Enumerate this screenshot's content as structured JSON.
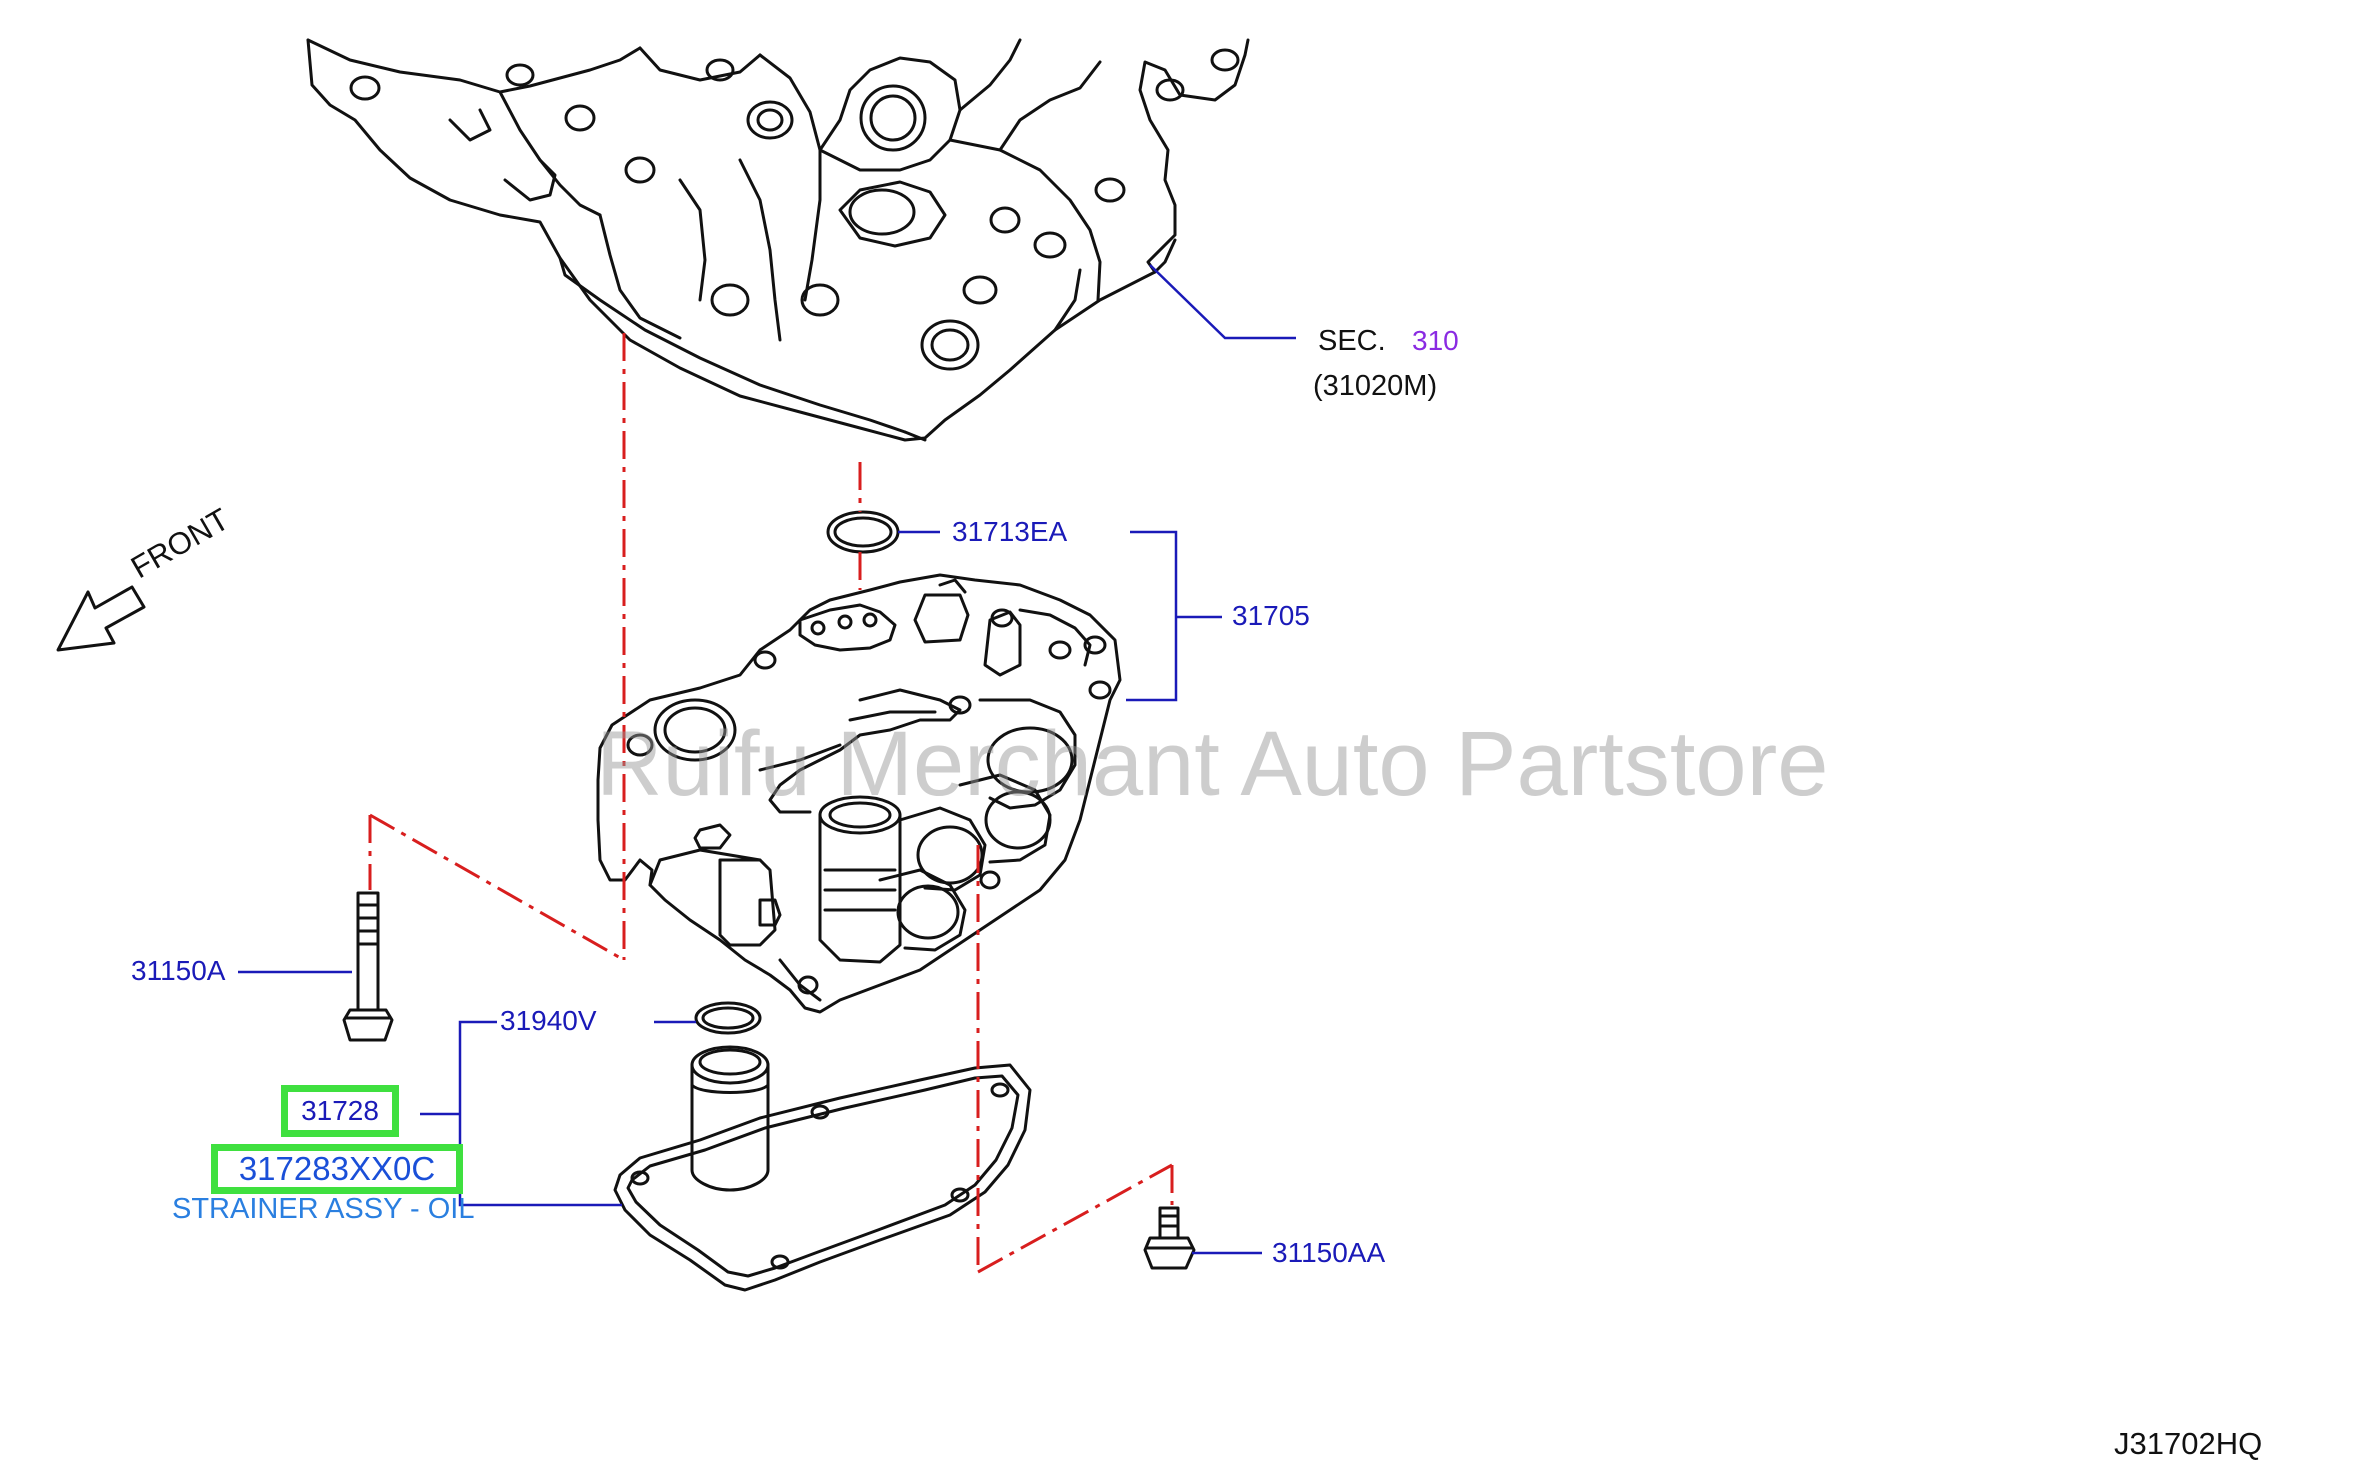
{
  "diagram": {
    "section_ref": {
      "prefix": "SEC.",
      "number": "310",
      "sub": "(31020M)"
    },
    "orientation_label": "FRONT",
    "parts": {
      "oring_top": "31713EA",
      "control_valve": "31705",
      "bolt_long": "31150A",
      "oring_small": "31940V",
      "strainer_group": "31728",
      "strainer_part_no": "317283XX0C",
      "strainer_desc": "STRAINER ASSY - OIL",
      "bolt_short": "31150AA"
    },
    "watermark": "Ruifu Merchant Auto Partstore",
    "figure_code": "J31702HQ"
  },
  "colors": {
    "label_blue": "#1a1ab8",
    "desc_blue": "#2a7fe0",
    "section_purple": "#8a2be2",
    "highlight_green": "#3fe03f",
    "centerline_red": "#d81e1e"
  }
}
